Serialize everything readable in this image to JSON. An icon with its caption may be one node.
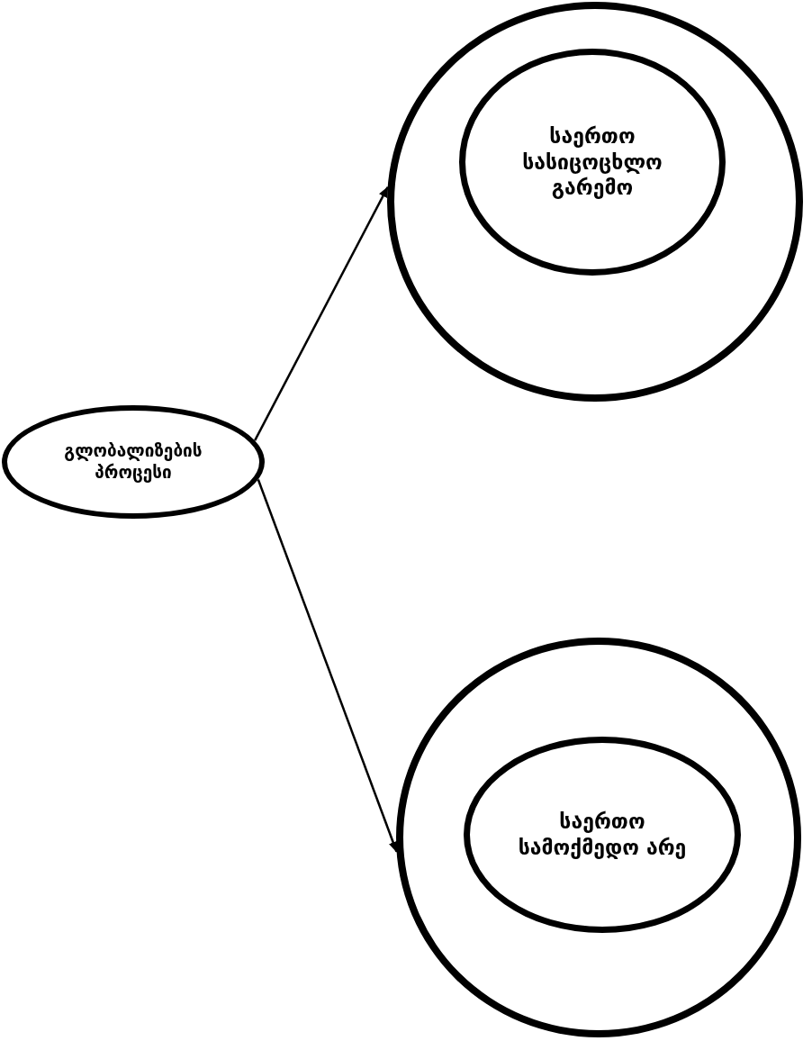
{
  "diagram": {
    "nodes": [
      {
        "text": [
          "გლობალიზების პროცესი"
        ]
      },
      {
        "text": [],
        "shape": "circle"
      },
      {
        "text": [
          "საერთო სასიცოცხლო გარემო"
        ],
        "in": 1
      },
      {
        "text": [],
        "shape": "circle"
      },
      {
        "text": [
          "საერთო სამოქმედო არე"
        ],
        "in": 3
      }
    ],
    "edges": [
      {
        "from": 0,
        "to": 1,
        "arrow": "to"
      },
      {
        "from": 0,
        "to": 3,
        "arrow": "to"
      }
    ]
  }
}
